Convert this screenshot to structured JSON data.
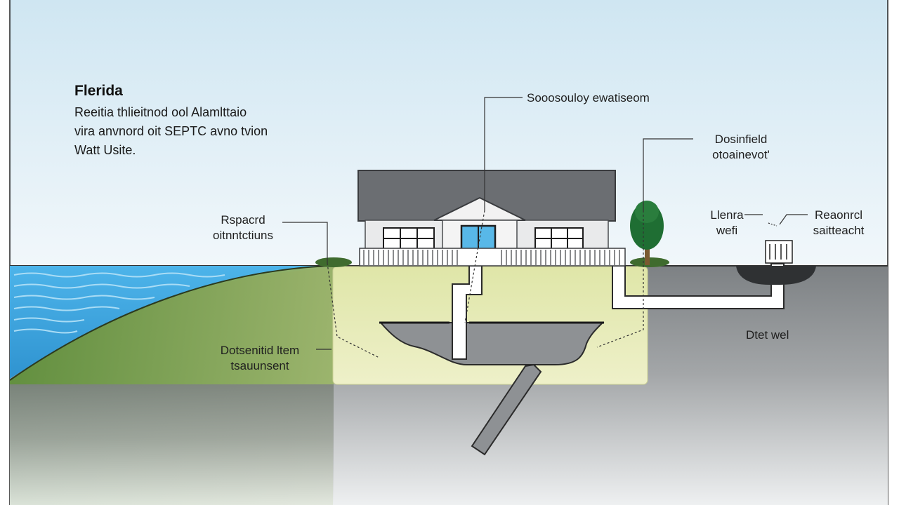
{
  "heading": {
    "title": "Flerida",
    "lines": [
      "Reeitia thlieitnod ool Alamlttaio",
      "vira anvnord oit  SEPTC avno tvion",
      "Watt Usite."
    ]
  },
  "labels": {
    "top_center": "Sooosouloy ewatiseom",
    "top_right": [
      "Dosinfield",
      "otoainevot'"
    ],
    "left_mid": [
      "Rspacrd",
      "oitnntctiuns"
    ],
    "right_small": [
      "Llenra",
      "wefi"
    ],
    "far_right": [
      "Reaonrcl",
      "saitteacht"
    ],
    "bottom_left": [
      "Dotsenitid ltem",
      "tsauunsent"
    ],
    "right_ground": "Dtet wel"
  },
  "colors": {
    "sky_top": "#d7eaf4",
    "water": "#3aa7e0",
    "grass": "#7ea04b",
    "soil_box": "#e6ebb8",
    "ground": "#8a8d8f",
    "roof": "#6b6e72",
    "window": "#58b8e8",
    "tree": "#1f6e33"
  },
  "icons": [
    "house-icon",
    "tree-icon",
    "well-icon",
    "water-waves-icon"
  ]
}
